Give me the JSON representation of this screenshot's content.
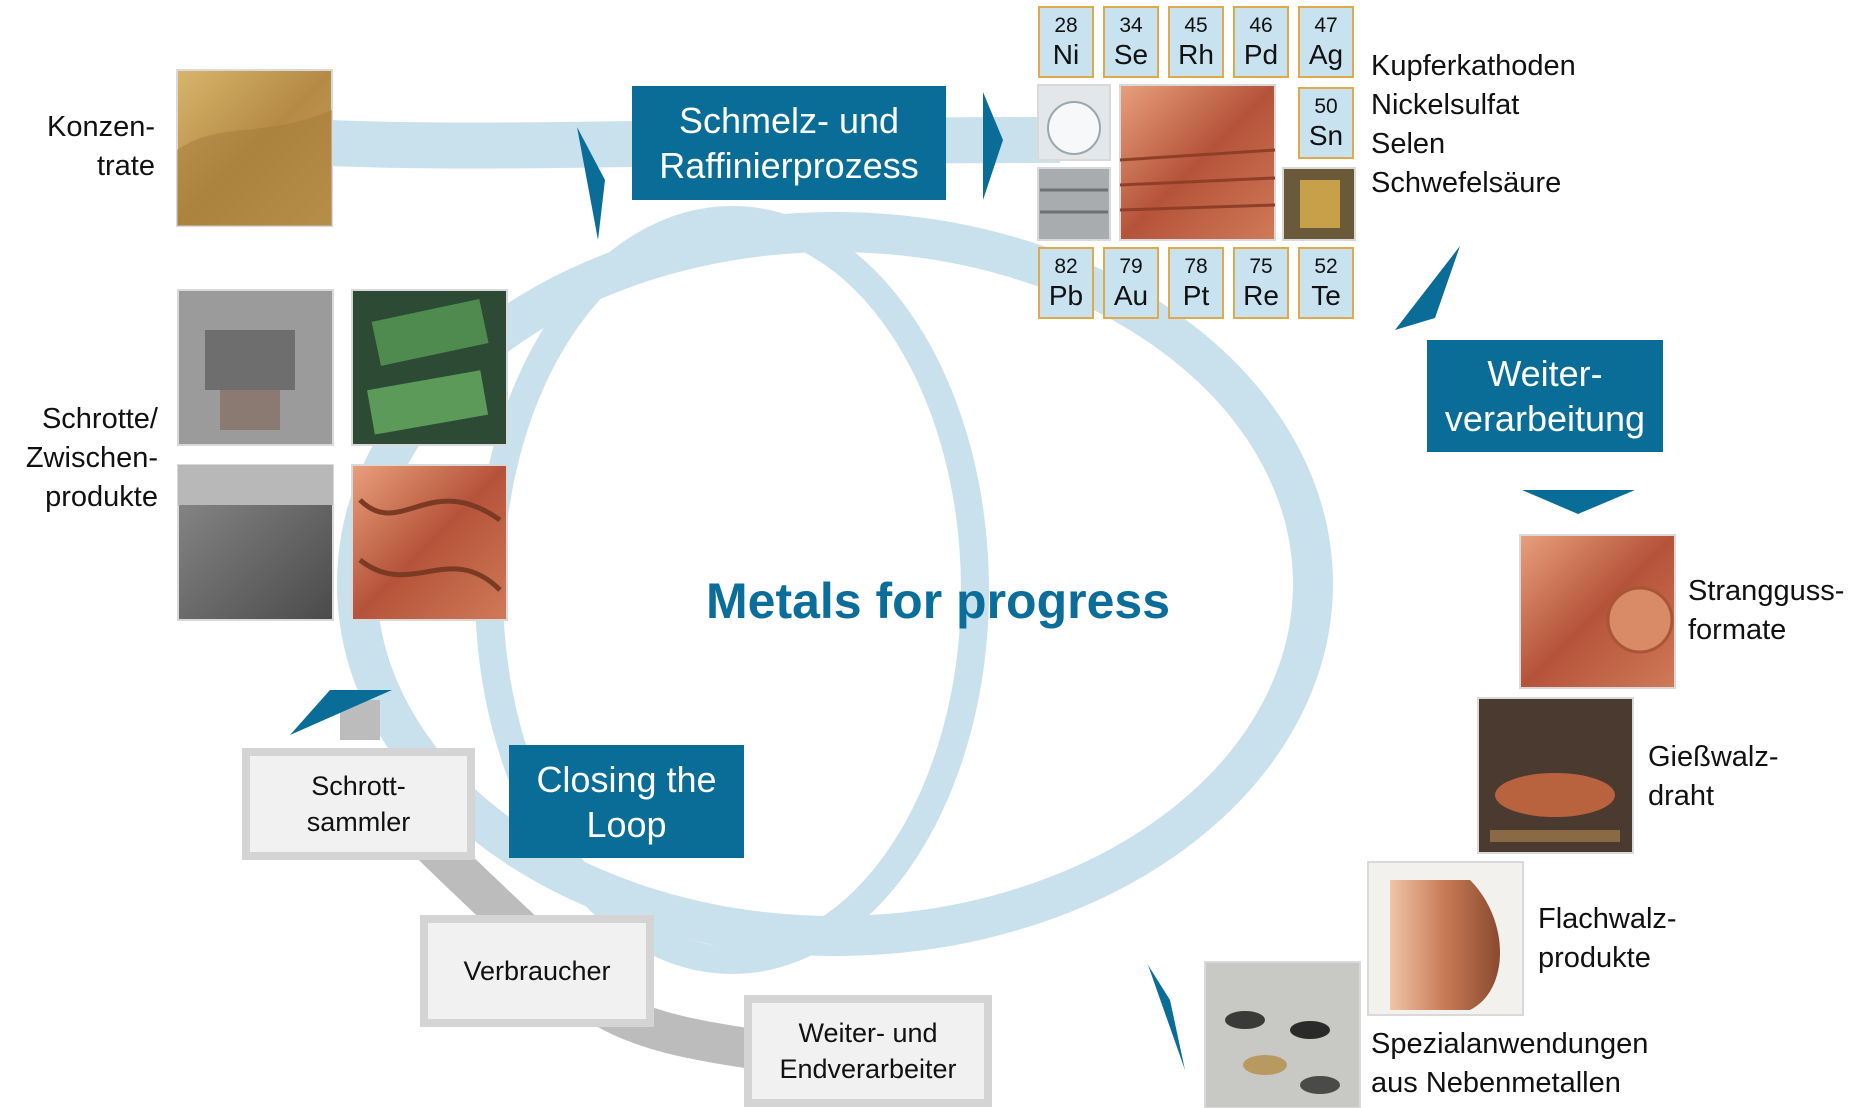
{
  "title": "Metals for progress",
  "colors": {
    "accent": "#0a6d98",
    "ring": "#c9e1ed",
    "gray_loop": "#bcbcbc",
    "tile_fill": "#c8e2f0",
    "tile_border": "#e0a94a"
  },
  "labels": {
    "konzentrate": "Konzen-\ntrate",
    "schrotte": "Schrotte/\nZwischen-\nprodukte",
    "products": "Kupferkathoden\nNickelsulfat\nSelen\nSchwefelsäure",
    "strangguss": "Strangguss-\nformate",
    "giesswalz": "Gießwalz-\ndraht",
    "flachwalz": "Flachwalz-\nprodukte",
    "spezial": "Spezialanwendungen\naus Nebenmetallen"
  },
  "process_boxes": {
    "schmelz": "Schmelz- und\nRaffinierprozess",
    "weiter": "Weiter-\nverarbeitung",
    "closing": "Closing the\nLoop"
  },
  "loop_boxes": {
    "schrottsammler": "Schrott-\nsammler",
    "verbraucher": "Verbraucher",
    "endverarbeiter": "Weiter- und\nEndverarbeiter"
  },
  "elements_top": [
    {
      "number": "28",
      "symbol": "Ni"
    },
    {
      "number": "34",
      "symbol": "Se"
    },
    {
      "number": "45",
      "symbol": "Rh"
    },
    {
      "number": "46",
      "symbol": "Pd"
    },
    {
      "number": "47",
      "symbol": "Ag"
    }
  ],
  "element_side": {
    "number": "50",
    "symbol": "Sn"
  },
  "elements_bottom": [
    {
      "number": "82",
      "symbol": "Pb"
    },
    {
      "number": "79",
      "symbol": "Au"
    },
    {
      "number": "78",
      "symbol": "Pt"
    },
    {
      "number": "75",
      "symbol": "Re"
    },
    {
      "number": "52",
      "symbol": "Te"
    }
  ],
  "photos": {
    "concentrate": "concentrate-photo",
    "scrap_blocks": "scrap-blocks-photo",
    "circuit_boards": "circuit-boards-photo",
    "slag": "slag-photo",
    "copper_scrap": "copper-scrap-photo",
    "bottle": "sulfuric-acid-bottle-photo",
    "cathodes": "copper-cathodes-photo",
    "ingots": "lead-ingots-photo",
    "gold_bar": "gold-bar-photo",
    "strangguss": "cast-copper-bars-photo",
    "wire_coils": "wire-rod-coils-photo",
    "copper_strip": "copper-strip-photo",
    "powders": "metal-powders-photo"
  }
}
